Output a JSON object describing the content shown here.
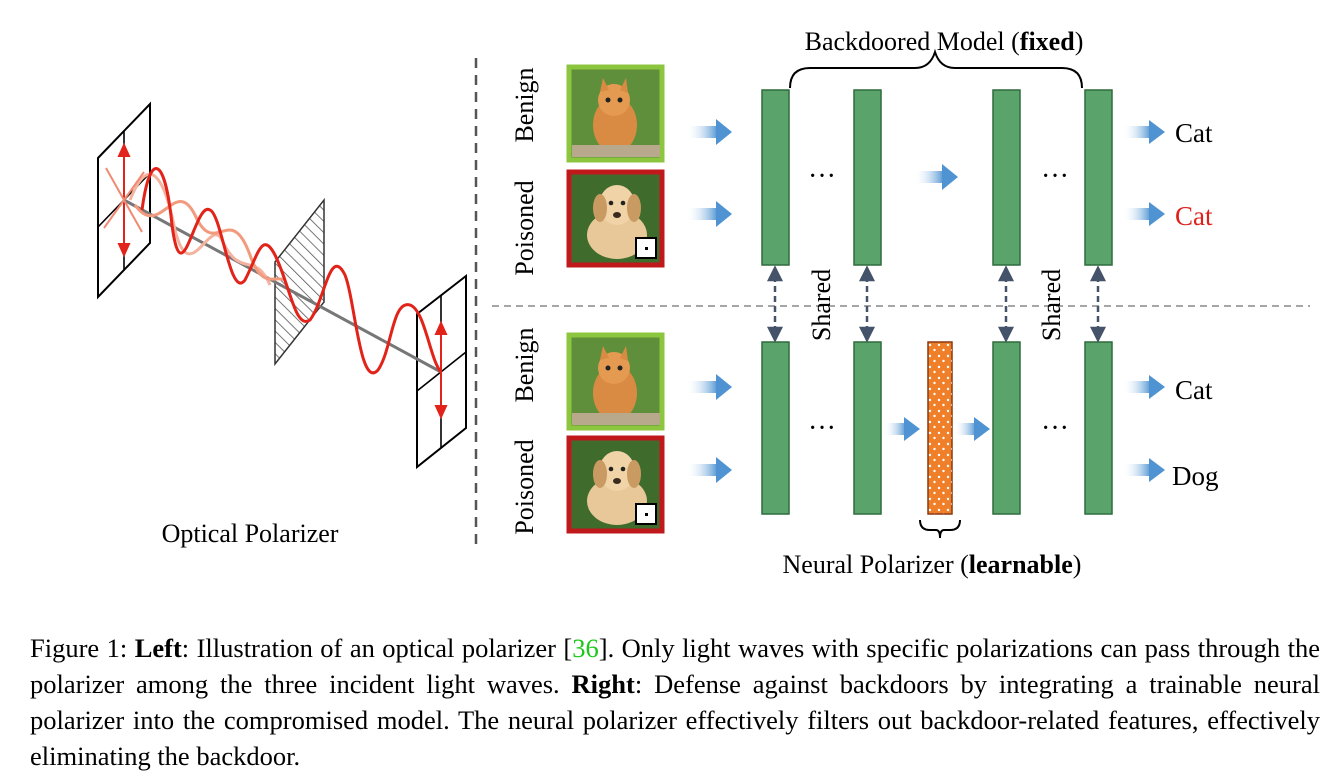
{
  "left_panel": {
    "label": "Optical Polarizer"
  },
  "right_panel": {
    "top_brace": {
      "text": "Backdoored Model (",
      "bold": "fixed",
      "close": ")"
    },
    "bottom_brace": {
      "text": "Neural Polarizer (",
      "bold": "learnable",
      "close": ")"
    },
    "row_labels": {
      "benign": "Benign",
      "poisoned": "Poisoned"
    },
    "shared_label": "Shared",
    "ellipsis": "···",
    "images": {
      "cat": "kitten-photo",
      "dog": "puppy-photo-with-trigger"
    },
    "outputs_top": [
      {
        "text": "Cat",
        "color": "#000000"
      },
      {
        "text": "Cat",
        "color": "#e0201b"
      }
    ],
    "outputs_bottom": [
      {
        "text": "Cat",
        "color": "#000000"
      },
      {
        "text": "Dog",
        "color": "#000000"
      }
    ],
    "colors": {
      "layer": "#5aa36a",
      "polarizer": "#f07f2a",
      "arrow": "#4f93d2",
      "benign_border": "#8cc63f",
      "poisoned_border": "#c0191c"
    }
  },
  "caption": {
    "fig": "Figure 1: ",
    "left_b": "Left",
    "left_t": ": Illustration of an optical polarizer [",
    "ref": "36",
    "left_t2": "]. Only light waves with specific polarizations can pass through the polarizer among the three incident light waves. ",
    "right_b": "Right",
    "right_t": ": Defense against backdoors by integrating a trainable neural polarizer into the compromised model. The neural polarizer effectively filters out backdoor-related features, effectively eliminating the backdoor."
  }
}
